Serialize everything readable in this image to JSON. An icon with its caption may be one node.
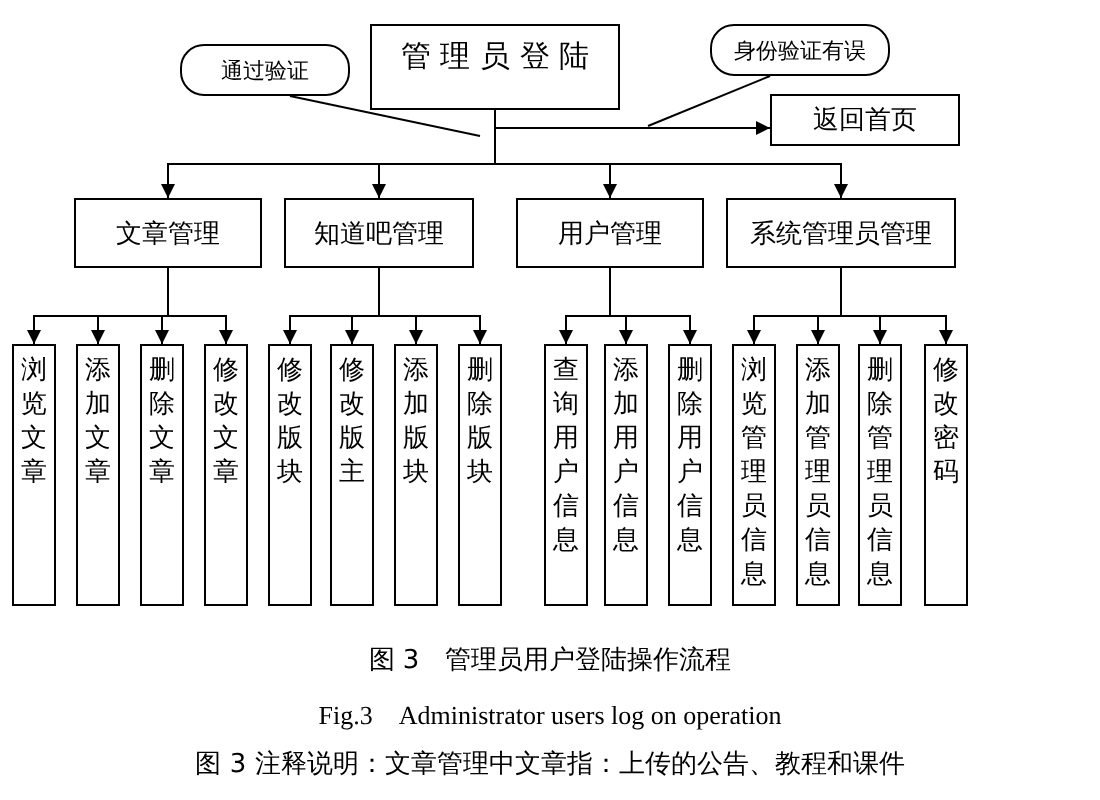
{
  "diagram": {
    "caption": "图 3　管理员用户登陆操作流程",
    "nodes": [
      {
        "text": [
          "管 理 员 登 陆"
        ]
      },
      {
        "text": [
          "通过验证"
        ]
      },
      {
        "text": [
          "身份验证有误"
        ]
      },
      {
        "text": [
          "返回首页"
        ]
      },
      {
        "text": [
          "文章管理"
        ]
      },
      {
        "text": [
          "知道吧管理"
        ]
      },
      {
        "text": [
          "用户管理"
        ]
      },
      {
        "text": [
          "系统管理员管理"
        ]
      },
      {
        "text": [
          "浏览文章"
        ]
      },
      {
        "text": [
          "添加文章"
        ]
      },
      {
        "text": [
          "删除文章"
        ]
      },
      {
        "text": [
          "修改文章"
        ]
      },
      {
        "text": [
          "修改版块"
        ]
      },
      {
        "text": [
          "修改版主"
        ]
      },
      {
        "text": [
          "添加版块"
        ]
      },
      {
        "text": [
          "删除版块"
        ]
      },
      {
        "text": [
          "查询用户信息"
        ]
      },
      {
        "text": [
          "添加用户信息"
        ]
      },
      {
        "text": [
          "删除用户信息"
        ]
      },
      {
        "text": [
          "浏览管理员信息"
        ]
      },
      {
        "text": [
          "添加管理员信息"
        ]
      },
      {
        "text": [
          "删除管理员信息"
        ]
      },
      {
        "text": [
          "修改密码"
        ]
      }
    ],
    "edges": [
      {
        "from": 1,
        "to": null,
        "arrow": "none"
      },
      {
        "from": 2,
        "to": null,
        "arrow": "none"
      },
      {
        "from": 0,
        "to": 3,
        "arrow": "to"
      },
      {
        "from": 0,
        "to": 4,
        "arrow": "to"
      },
      {
        "from": 0,
        "to": 5,
        "arrow": "to"
      },
      {
        "from": 0,
        "to": 6,
        "arrow": "to"
      },
      {
        "from": 0,
        "to": 7,
        "arrow": "to"
      },
      {
        "from": 4,
        "to": 8,
        "arrow": "to"
      },
      {
        "from": 4,
        "to": 9,
        "arrow": "to"
      },
      {
        "from": 4,
        "to": 10,
        "arrow": "to"
      },
      {
        "from": 4,
        "to": 11,
        "arrow": "to"
      },
      {
        "from": 5,
        "to": 12,
        "arrow": "to"
      },
      {
        "from": 5,
        "to": 13,
        "arrow": "to"
      },
      {
        "from": 5,
        "to": 14,
        "arrow": "to"
      },
      {
        "from": 5,
        "to": 15,
        "arrow": "to"
      },
      {
        "from": 6,
        "to": 16,
        "arrow": "to"
      },
      {
        "from": 6,
        "to": 17,
        "arrow": "to"
      },
      {
        "from": 6,
        "to": 18,
        "arrow": "to"
      },
      {
        "from": 7,
        "to": 19,
        "arrow": "to"
      },
      {
        "from": 7,
        "to": 20,
        "arrow": "to"
      },
      {
        "from": 7,
        "to": 21,
        "arrow": "to"
      },
      {
        "from": 7,
        "to": 22,
        "arrow": "to"
      }
    ],
    "labels": [
      "Fig.3　Administrator users log on operation",
      "图 3 注释说明：文章管理中文章指：上传的公告、教程和课件"
    ]
  }
}
